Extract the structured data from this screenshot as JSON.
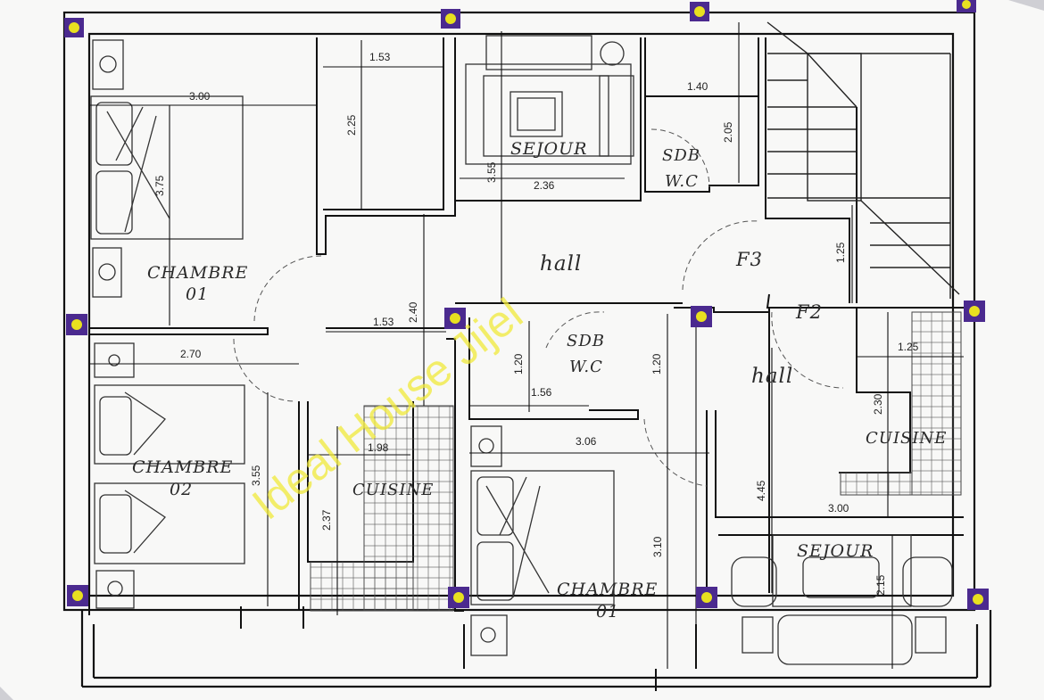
{
  "colors": {
    "paper": "#f8f8f7",
    "wall": "#111111",
    "column": "#4b2a8f",
    "column_dot": "#e8e020",
    "watermark": "#f1ea3a"
  },
  "watermark": "Ideal House Jijel",
  "rooms": {
    "chambre01_left": {
      "name": "CHAMBRE",
      "num": "01"
    },
    "chambre02": {
      "name": "CHAMBRE",
      "num": "02"
    },
    "chambre01_mid": {
      "name": "CHAMBRE",
      "num": "01"
    },
    "sejour_top": {
      "name": "SEJOUR"
    },
    "sejour_bottom": {
      "name": "SEJOUR"
    },
    "sdb_top": {
      "name": "SDB",
      "sub": "W.C"
    },
    "sdb_mid": {
      "name": "SDB",
      "sub": "W.C"
    },
    "hall_top": {
      "name": "hall"
    },
    "hall_right": {
      "name": "hall"
    },
    "cuisine_left": {
      "name": "CUISINE"
    },
    "cuisine_right": {
      "name": "CUISINE"
    },
    "f3": {
      "name": "F3"
    },
    "f2": {
      "name": "F2"
    }
  },
  "dims": {
    "d1": "1.53",
    "d2": "3.00",
    "d3": "2.25",
    "d4": "3.75",
    "d5": "3.55",
    "d6": "2.36",
    "d7": "1.40",
    "d8": "2.05",
    "d9": "1.25",
    "d10": "2.40",
    "d11": "1.53",
    "d12": "2.70",
    "d13": "1.20",
    "d14": "1.56",
    "d15": "1.20",
    "d16": "1.98",
    "d17": "3.06",
    "d18": "3.55",
    "d19": "2.37",
    "d20": "3.10",
    "d21": "4.45",
    "d22": "3.00",
    "d23": "1.25",
    "d24": "2.30",
    "d25": "2.15"
  }
}
